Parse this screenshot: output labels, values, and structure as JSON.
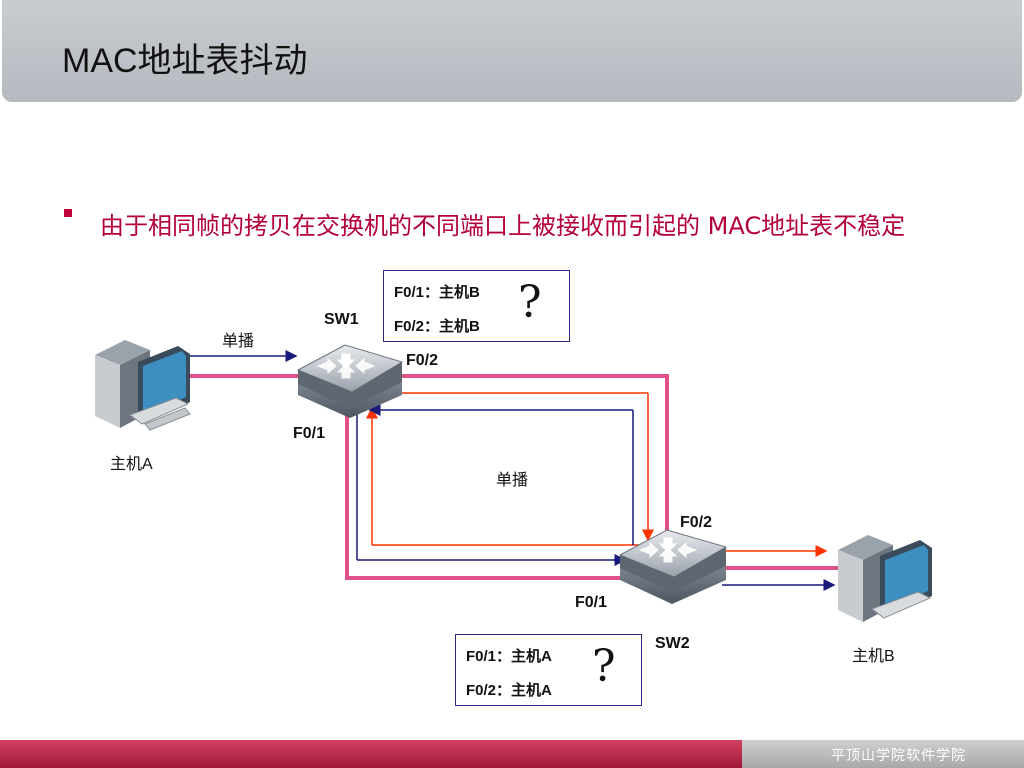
{
  "title": "MAC地址表抖动",
  "bullet": "由于相同帧的拷贝在交换机的不同端口上被接收而引起的 MAC地址表不稳定",
  "labels": {
    "sw1": "SW1",
    "sw2": "SW2",
    "sw1_f02": "F0/2",
    "sw1_f01": "F0/1",
    "sw2_f02": "F0/2",
    "sw2_f01": "F0/1",
    "host_a": "主机A",
    "host_b": "主机B",
    "unicast_top": "单播",
    "unicast_mid": "单播"
  },
  "table_sw1": {
    "row1": "F0/1：主机B",
    "row2": "F0/2：主机B",
    "mark": "?"
  },
  "table_sw2": {
    "row1": "F0/1：主机A",
    "row2": "F0/2：主机A",
    "mark": "?"
  },
  "footer": "平顶山学院软件学院",
  "colors": {
    "link": "#e0508a",
    "orange": "#ff3300",
    "navy": "#1a1a7a",
    "bullet": "#b3003c"
  }
}
